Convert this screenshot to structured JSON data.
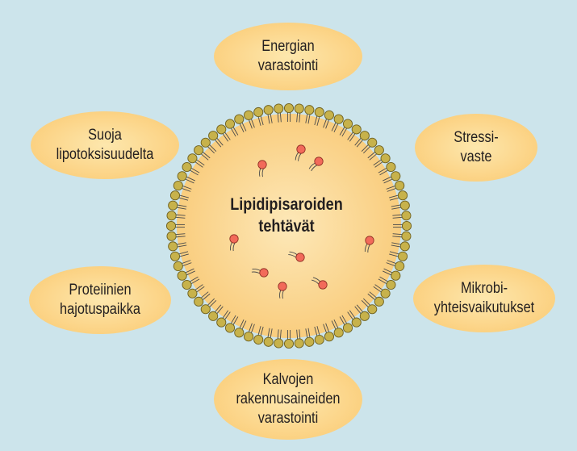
{
  "colors": {
    "background": "#cce4eb",
    "ellipse_fill": "#fcd58c",
    "droplet_fill": "#fbd994",
    "lipid_head": "#c7b24b",
    "lipid_head_stroke": "#6f6120",
    "free_lipid_head": "#f26a5a"
  },
  "center": {
    "line1": "Lipidipisaroiden",
    "line2": "tehtävät"
  },
  "functions": [
    {
      "line1": "Energian",
      "line2": "varastointi"
    },
    {
      "line1": "Stressi-",
      "line2": "vaste"
    },
    {
      "line1": "Mikrobi-",
      "line2": "yhteisvaikutukset"
    },
    {
      "line1": "Kalvojen",
      "line2": "rakennusaineiden",
      "line3": "varastointi"
    },
    {
      "line1": "Proteiinien",
      "line2": "hajotuspaikka"
    },
    {
      "line1": "Suoja",
      "line2": "lipotoksisuudelta"
    }
  ]
}
